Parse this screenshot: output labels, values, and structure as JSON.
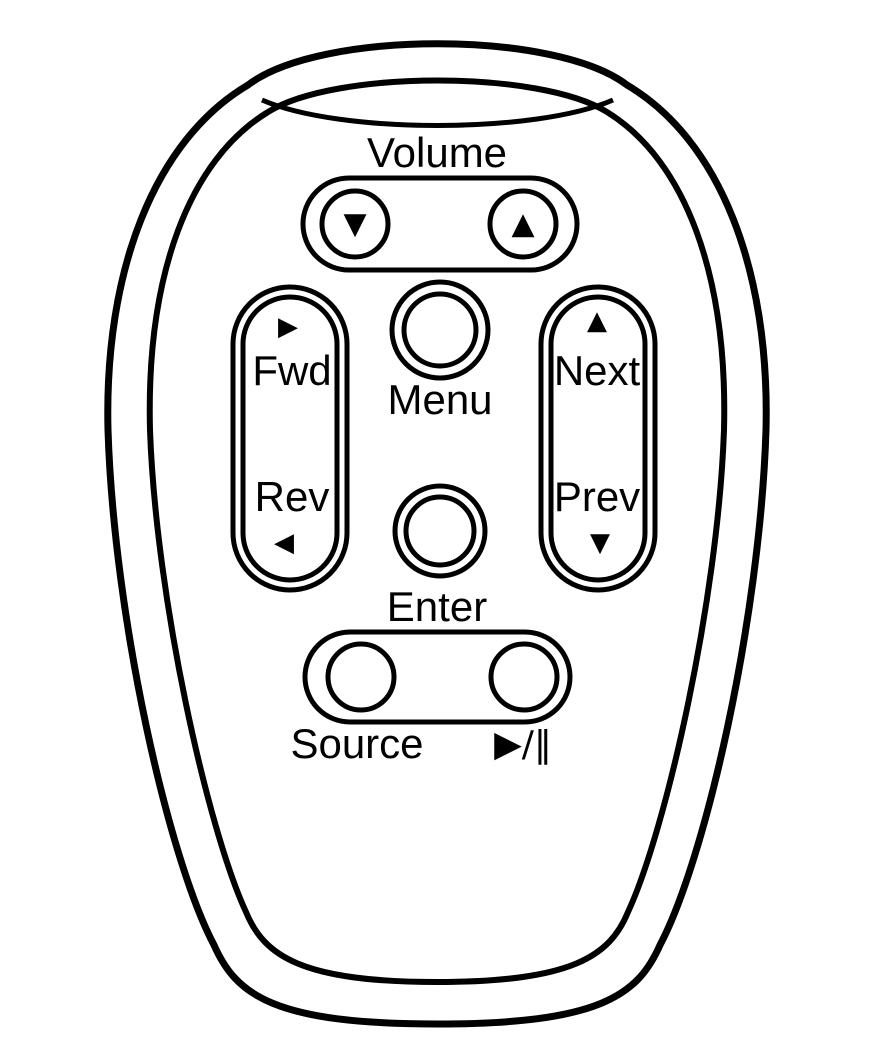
{
  "remote": {
    "volume": {
      "label": "Volume",
      "down_glyph": "▼",
      "up_glyph": "▲"
    },
    "menu": {
      "label": "Menu"
    },
    "enter": {
      "label": "Enter"
    },
    "left_rocker": {
      "fwd_glyph": "▶",
      "fwd_label": "Fwd",
      "rev_label": "Rev",
      "rev_glyph": "◀"
    },
    "right_rocker": {
      "next_glyph": "▲",
      "next_label": "Next",
      "prev_label": "Prev",
      "prev_glyph": "▼"
    },
    "bottom_row": {
      "source_label": "Source",
      "play_pause_label": "▶/‖"
    }
  }
}
